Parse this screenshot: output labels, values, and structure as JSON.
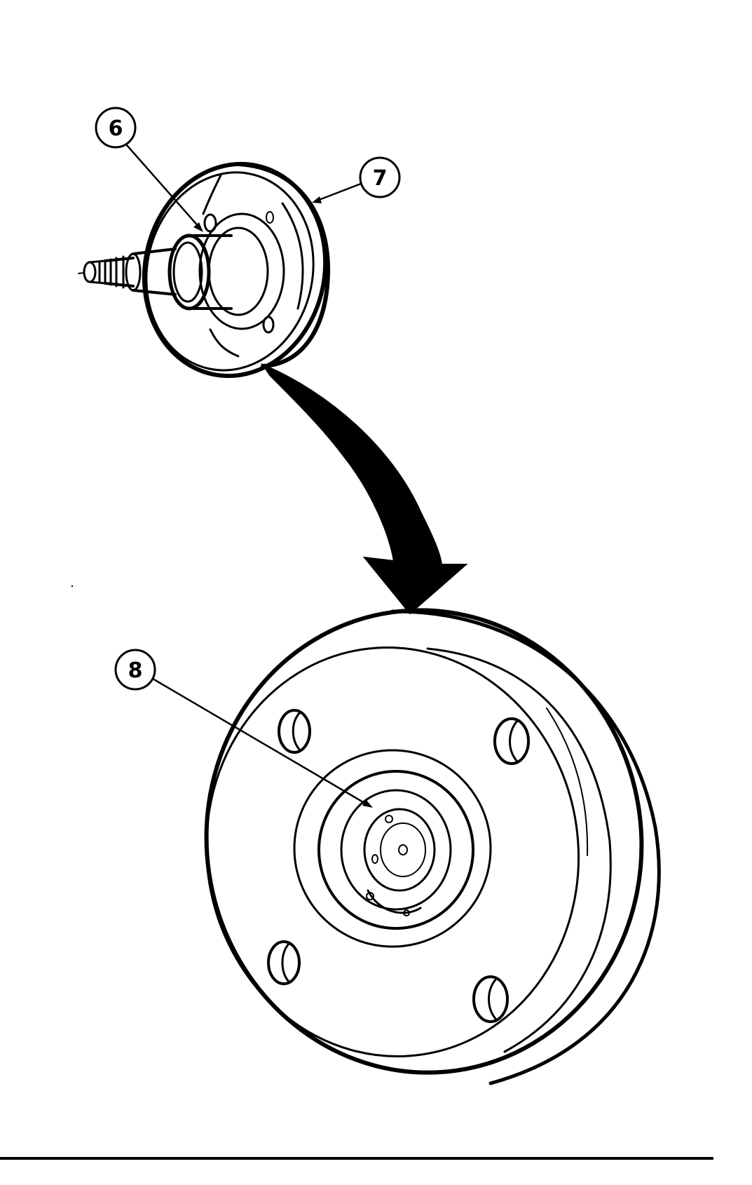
{
  "figure": {
    "line_color": "#000000",
    "background": "#ffffff",
    "callouts": [
      {
        "label": "6"
      },
      {
        "label": "7"
      },
      {
        "label": "8"
      }
    ]
  }
}
